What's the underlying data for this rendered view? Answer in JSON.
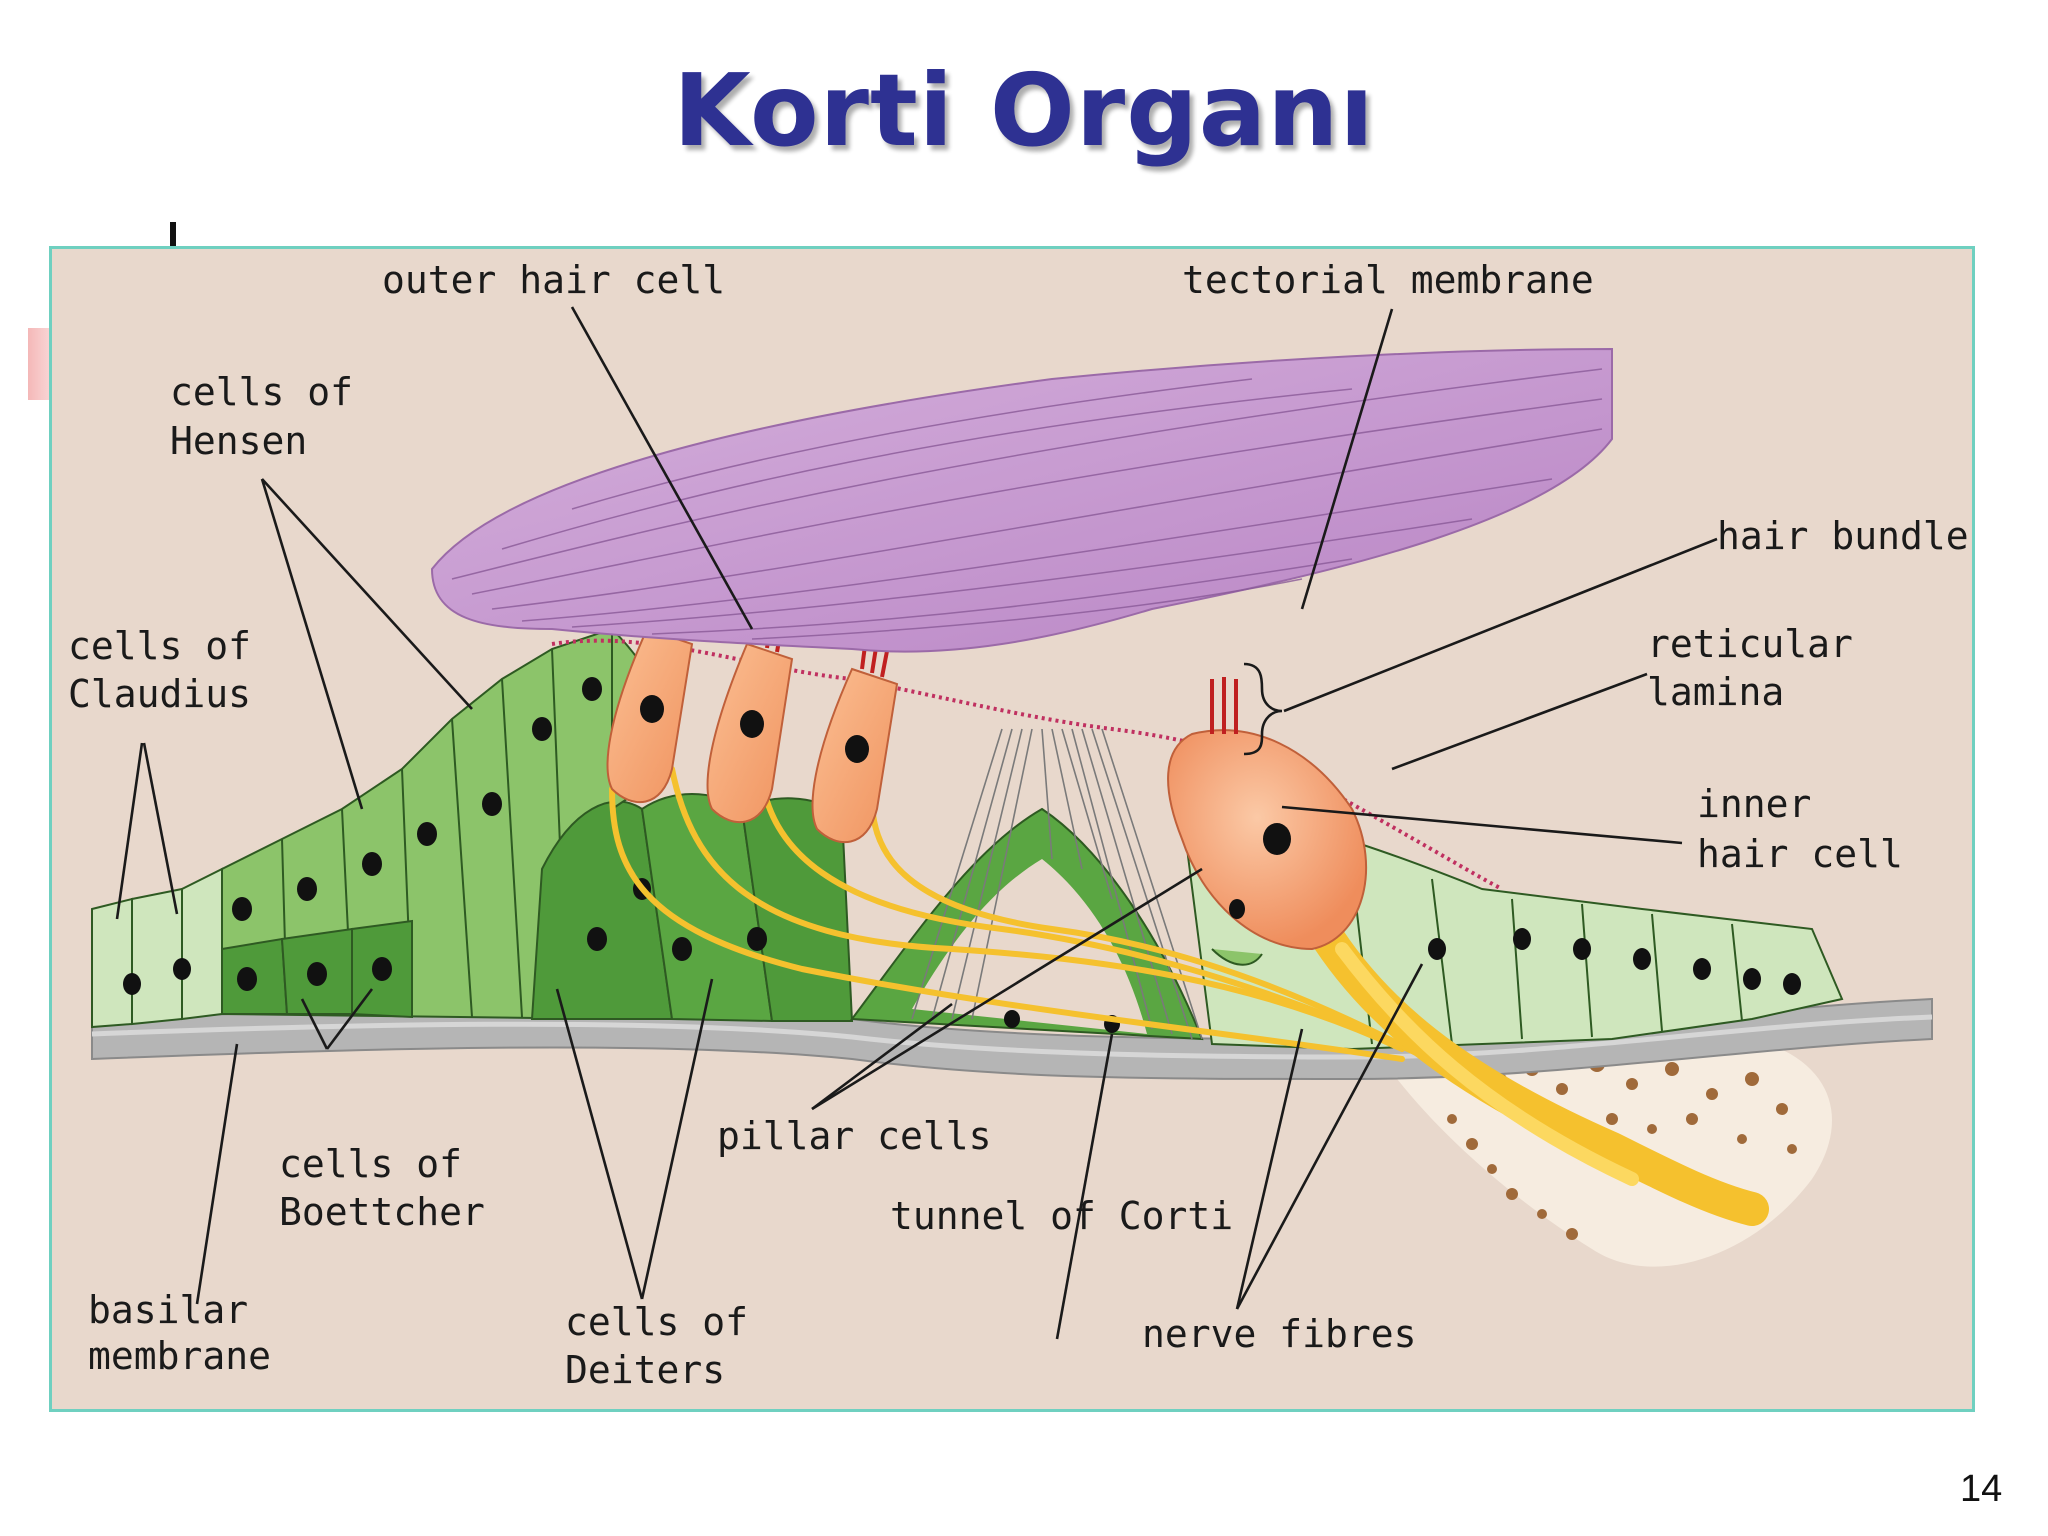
{
  "slide": {
    "title": "Korti Organı",
    "page_number": "14"
  },
  "diagram": {
    "labels": {
      "outer_hair_cell": "outer hair cell",
      "tectorial_membrane": "tectorial membrane",
      "cells_of_hensen_1": "cells of",
      "cells_of_hensen_2": "Hensen",
      "hair_bundle": "hair bundle",
      "cells_of_claudius_1": "cells of",
      "cells_of_claudius_2": "Claudius",
      "reticular_lamina_1": "reticular",
      "reticular_lamina_2": "lamina",
      "inner_hair_cell_1": "inner",
      "inner_hair_cell_2": "hair cell",
      "pillar_cells": "pillar cells",
      "cells_of_boettcher_1": "cells of",
      "cells_of_boettcher_2": "Boettcher",
      "tunnel_of_corti": "tunnel of Corti",
      "basilar_membrane_1": "basilar",
      "basilar_membrane_2": "membrane",
      "cells_of_deiters_1": "cells of",
      "cells_of_deiters_2": "Deiters",
      "nerve_fibres": "nerve fibres"
    },
    "colors": {
      "background": "#e8d8cc",
      "tectorial": "#c79ad0",
      "support_cells": "#8cc46a",
      "dark_cells": "#4f9a3a",
      "pale_cells": "#cfe6bd",
      "hair_cells": "#f4a878",
      "nerve": "#f5c12e",
      "nucleus": "#111111",
      "basilar": "#b5b5b5",
      "border": "#6fd0c0",
      "title": "#2e3192"
    }
  }
}
